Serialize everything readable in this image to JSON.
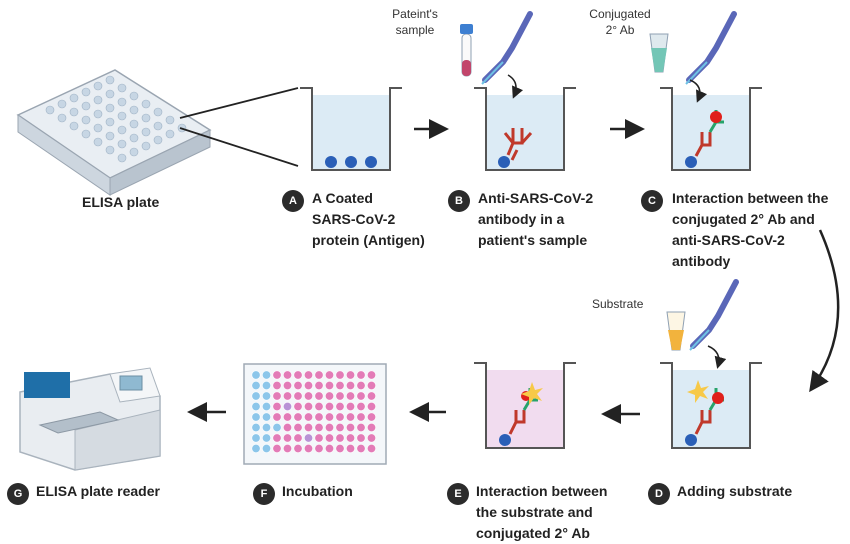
{
  "title": "ELISA workflow",
  "elisa_plate_label": "ELISA plate",
  "side_labels": {
    "patient_sample": "Pateint's sample",
    "conjugated_ab": "Conjugated 2° Ab",
    "substrate": "Substrate"
  },
  "steps": [
    {
      "badge": "A",
      "lines": [
        "A Coated",
        "SARS-CoV-2",
        "protein (Antigen)"
      ]
    },
    {
      "badge": "B",
      "lines": [
        "Anti-SARS-CoV-2",
        "antibody in a",
        "patient's sample"
      ]
    },
    {
      "badge": "C",
      "lines": [
        "Interaction between the",
        "conjugated 2° Ab and",
        "anti-SARS-CoV-2",
        "antibody"
      ]
    },
    {
      "badge": "D",
      "lines": [
        "Adding substrate"
      ]
    },
    {
      "badge": "E",
      "lines": [
        "Interaction between",
        "the substrate and",
        "conjugated 2° Ab"
      ]
    },
    {
      "badge": "F",
      "lines": [
        "Incubation"
      ]
    },
    {
      "badge": "G",
      "lines": [
        "ELISA plate reader"
      ]
    }
  ],
  "colors": {
    "well_liquid": "#dcebf5",
    "well_pink": "#f1dcef",
    "antigen": "#2a5fb7",
    "antibody_red": "#c0392b",
    "antibody_green": "#27a36a",
    "conjugate": "#e0201b",
    "substrate_star": "#f7c948",
    "arrow": "#222222"
  }
}
